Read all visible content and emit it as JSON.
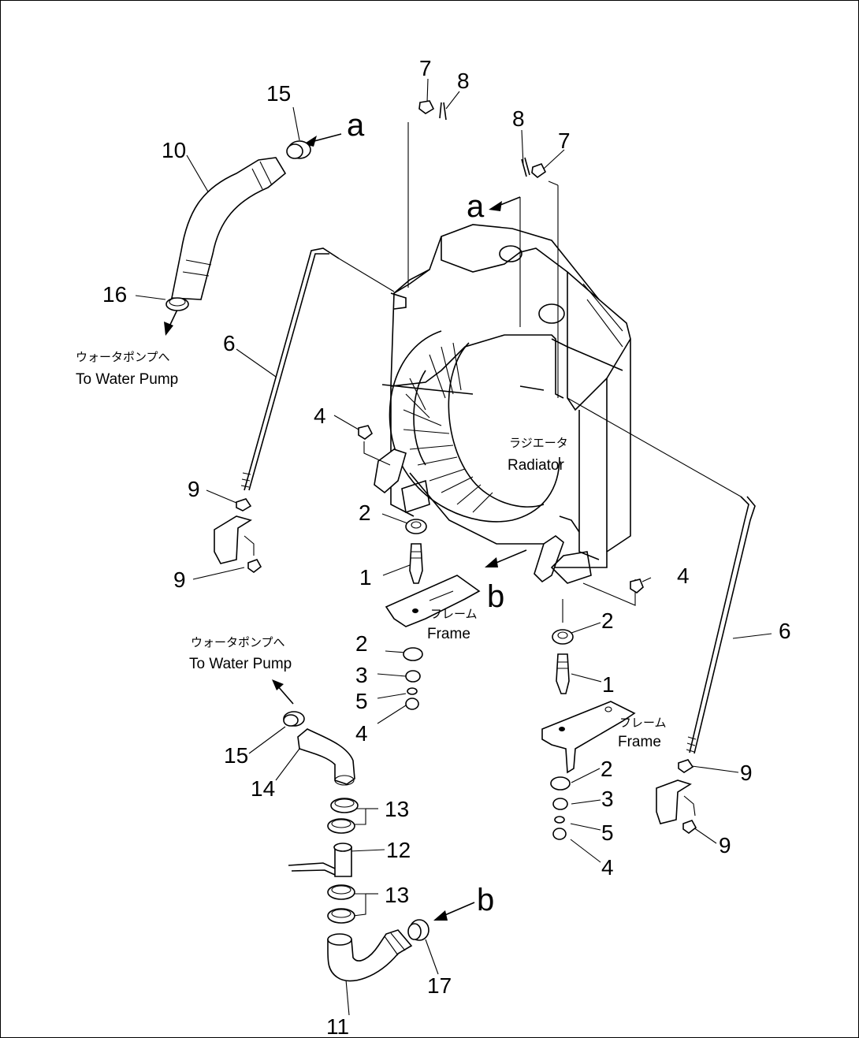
{
  "callouts": {
    "c1a": "1",
    "c1b": "1",
    "c2a": "2",
    "c2b": "2",
    "c2c": "2",
    "c2d": "2",
    "c3a": "3",
    "c3b": "3",
    "c4a": "4",
    "c4b": "4",
    "c4c": "4",
    "c4d": "4",
    "c5a": "5",
    "c5b": "5",
    "c6a": "6",
    "c6b": "6",
    "c7a": "7",
    "c7b": "7",
    "c8a": "8",
    "c8b": "8",
    "c9a": "9",
    "c9b": "9",
    "c9c": "9",
    "c9d": "9",
    "c10": "10",
    "c11": "11",
    "c12": "12",
    "c13a": "13",
    "c13b": "13",
    "c14": "14",
    "c15a": "15",
    "c15b": "15",
    "c16": "16",
    "c17": "17"
  },
  "refs": {
    "a1": "a",
    "a2": "a",
    "b1": "b",
    "b2": "b"
  },
  "labels": {
    "water_pump_jp": "ウォータポンプへ",
    "water_pump_en": "To Water Pump",
    "radiator_jp": "ラジエータ",
    "radiator_en": "Radiator",
    "frame_jp": "フレーム",
    "frame_en": "Frame"
  }
}
